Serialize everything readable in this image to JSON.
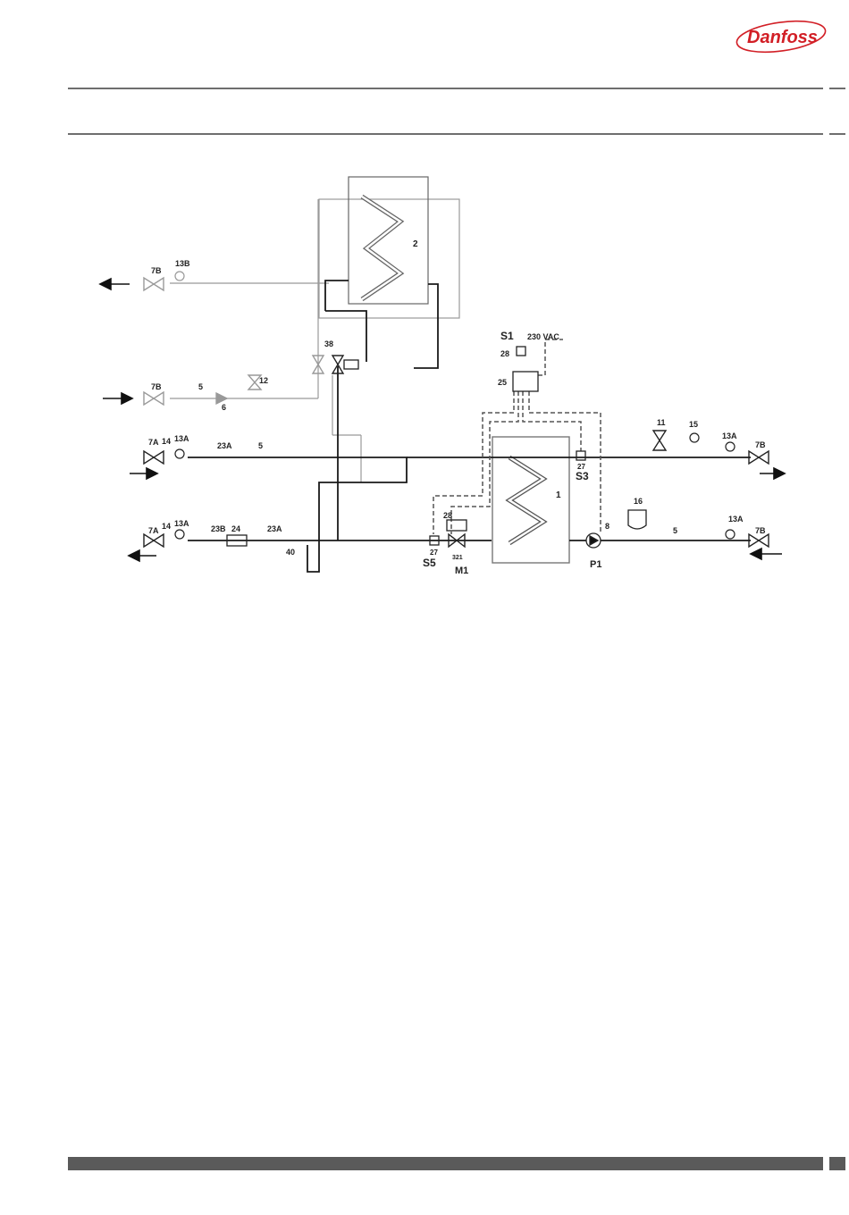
{
  "brand": {
    "logo_text": "Danfoss",
    "color": "#d21f26"
  },
  "diagram": {
    "labels": {
      "hx2": "2",
      "hx1": "1",
      "v7b": "7B",
      "v13b": "13B",
      "v5": "5",
      "v6": "6",
      "v12": "12",
      "v38": "38",
      "s1": "S1",
      "volt": "230 VAC",
      "c28top": "28",
      "c25": "25",
      "c27s3": "27",
      "s3": "S3",
      "c11": "11",
      "c15": "15",
      "c7a": "7A",
      "c14": "14",
      "c13a": "13A",
      "c23a": "23A",
      "c23b": "23B",
      "c24": "24",
      "c40": "40",
      "c27s5": "27",
      "s5": "S5",
      "c28m1": "28",
      "c321": "321",
      "m1": "M1",
      "c8": "8",
      "p1": "P1",
      "c16": "16"
    }
  }
}
